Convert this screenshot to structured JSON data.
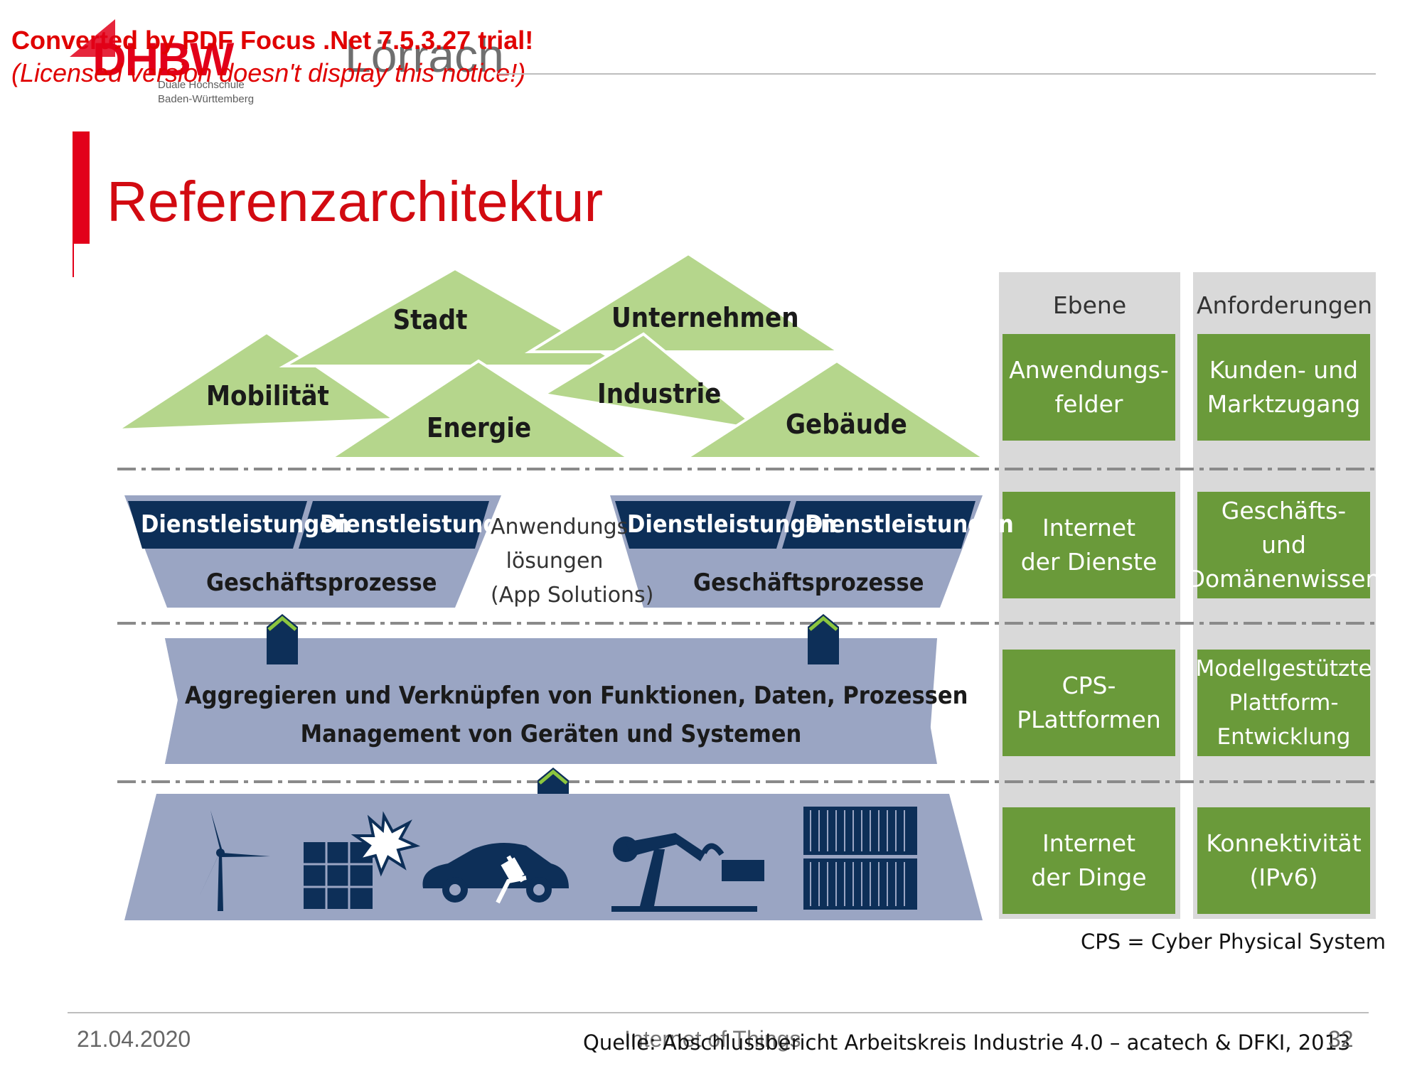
{
  "watermark": {
    "line1": "Converted by PDF Focus .Net 7.5.3.27 trial!",
    "line2": "(Licensed version doesn't display this notice!)"
  },
  "logo": {
    "brand": "DHBW",
    "city": "Lörrach",
    "sub_line1": "Duale Hochschule",
    "sub_line2": "Baden-Württemberg"
  },
  "title": "Referenzarchitektur",
  "application_fields": {
    "mobilitaet": "Mobilität",
    "stadt": "Stadt",
    "unternehmen": "Unternehmen",
    "energie": "Energie",
    "industrie": "Industrie",
    "gebaeude": "Gebäude"
  },
  "services_layer": {
    "left_service_1": "Dienstleistungen",
    "left_service_2": "Dienstleistungen",
    "left_process": "Geschäftsprozesse",
    "middle_line1": "Anwendungs-",
    "middle_line2": "lösungen",
    "middle_line3": "(App Solutions)",
    "right_service_1": "Dienstleistungen",
    "right_service_2": "Dienstleistungen",
    "right_process": "Geschäftsprozesse"
  },
  "platform_layer": {
    "line1": "Aggregieren und Verknüpfen von Funktionen, Daten, Prozessen",
    "line2": "Management von Geräten und Systemen"
  },
  "things_layer": {
    "icons": [
      "wind-turbine-icon",
      "solar-panel-icon",
      "electric-car-icon",
      "robot-arm-icon",
      "container-icon"
    ]
  },
  "side_table": {
    "header_ebene": "Ebene",
    "header_anforderungen": "Anforderungen",
    "rows": [
      {
        "ebene": [
          "Anwendungs-",
          "felder"
        ],
        "anforderung": [
          "Kunden- und",
          "Marktzugang"
        ]
      },
      {
        "ebene": [
          "Internet",
          "der Dienste"
        ],
        "anforderung": [
          "Geschäfts- und",
          "Domänenwissen"
        ]
      },
      {
        "ebene": [
          "CPS-",
          "PLattformen"
        ],
        "anforderung": [
          "Modellgestützte",
          "Plattform-",
          "Entwicklung"
        ]
      },
      {
        "ebene": [
          "Internet",
          "der Dinge"
        ],
        "anforderung": [
          "Konnektivität",
          "(IPv6)"
        ]
      }
    ]
  },
  "cps_note": "CPS = Cyber Physical System",
  "colors": {
    "light_green": "#b5d68c",
    "dark_green": "#6a9a3a",
    "navy": "#0d2f58",
    "slate": "#9aa5c3",
    "gray_col": "#d8d8d8",
    "title_red": "#d20a11"
  },
  "footer": {
    "date": "21.04.2020",
    "topic": "Internet of Things",
    "source": "Quelle: Abschlussbericht Arbeitskreis Industrie 4.0 – acatech & DFKI, 2013",
    "page": "32"
  }
}
